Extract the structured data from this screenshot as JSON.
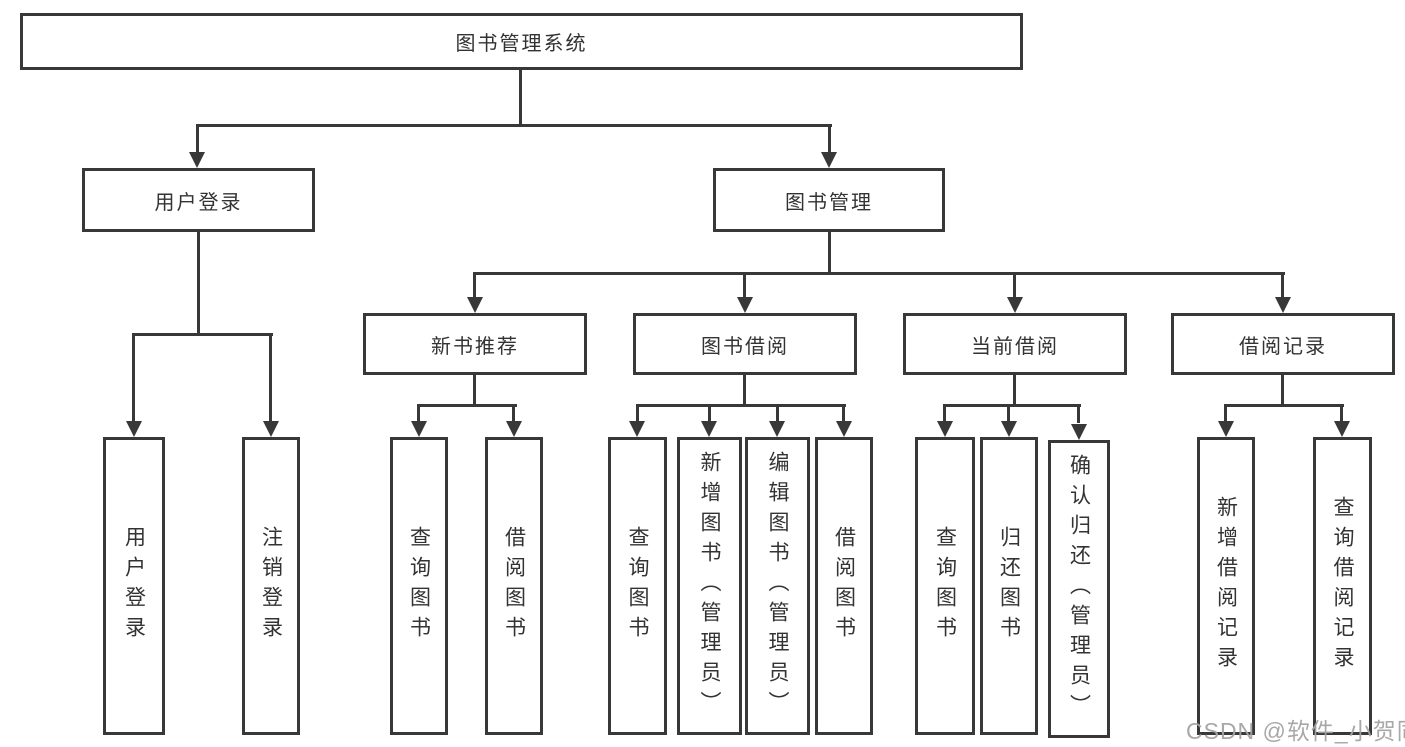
{
  "tree": {
    "root": "图书管理系统",
    "user_login": "用户登录",
    "user_login_children": [
      "用户登录",
      "注销登录"
    ],
    "book_mgmt": "图书管理",
    "sections": [
      {
        "label": "新书推荐",
        "children": [
          "查询图书",
          "借阅图书"
        ]
      },
      {
        "label": "图书借阅",
        "children": [
          "查询图书",
          "新增图书（管理员）",
          "编辑图书（管理员）",
          "借阅图书"
        ]
      },
      {
        "label": "当前借阅",
        "children": [
          "查询图书",
          "归还图书",
          "确认归还（管理员）"
        ]
      },
      {
        "label": "借阅记录",
        "children": [
          "新增借阅记录",
          "查询借阅记录"
        ]
      }
    ]
  },
  "watermark": {
    "text": "CSDN @软件_小贺同学",
    "color": "#a3a3a3"
  },
  "colors": {
    "line": "#383838",
    "text": "#333333",
    "background": "#ffffff"
  }
}
